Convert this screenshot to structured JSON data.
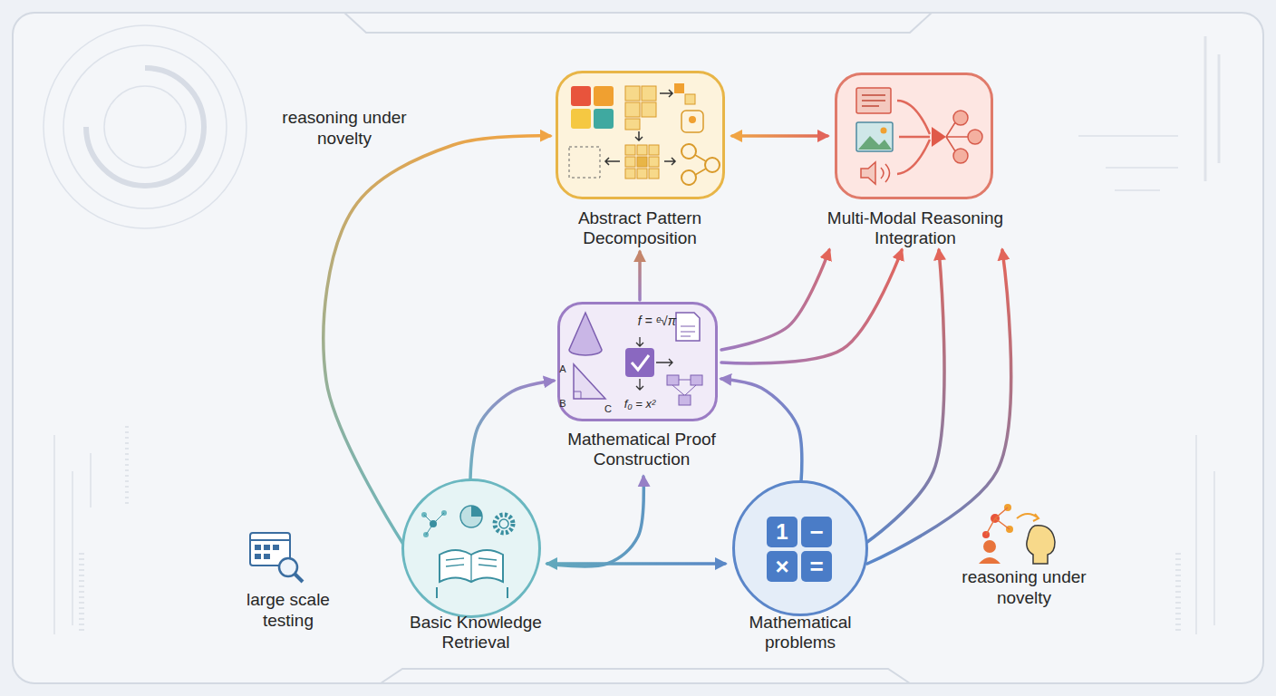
{
  "diagram": {
    "nodes": [
      {
        "text": [
          "Abstract Pattern Decomposition"
        ]
      },
      {
        "text": [
          "Multi-Modal Reasoning Integration"
        ]
      },
      {
        "text": [
          "Mathematical Proof Construction"
        ]
      },
      {
        "text": [
          "Basic Knowledge Retrieval"
        ]
      },
      {
        "text": [
          "Mathematical problems"
        ]
      }
    ],
    "edges": [
      {
        "from": 3,
        "to": 0,
        "arrow": "to",
        "label": "reasoning under novelty"
      },
      {
        "from": 0,
        "to": 1,
        "arrow": "both"
      },
      {
        "from": 2,
        "to": 0,
        "arrow": "to"
      },
      {
        "from": 3,
        "to": 2,
        "arrow": "to"
      },
      {
        "from": 4,
        "to": 2,
        "arrow": "to"
      },
      {
        "from": 3,
        "to": 4,
        "arrow": "both"
      },
      {
        "from": 3,
        "to": 2,
        "arrow": "to"
      },
      {
        "from": 2,
        "to": 1,
        "arrow": "to"
      },
      {
        "from": 2,
        "to": 1,
        "arrow": "to"
      },
      {
        "from": 4,
        "to": 1,
        "arrow": "to"
      },
      {
        "from": 4,
        "to": 1,
        "arrow": "to"
      }
    ],
    "labels": [
      "large scale testing",
      "reasoning under novelty",
      "f = ᵉ√π",
      "f₀ = x²",
      "A",
      "B",
      "C",
      "1",
      "−",
      "×",
      "="
    ]
  }
}
